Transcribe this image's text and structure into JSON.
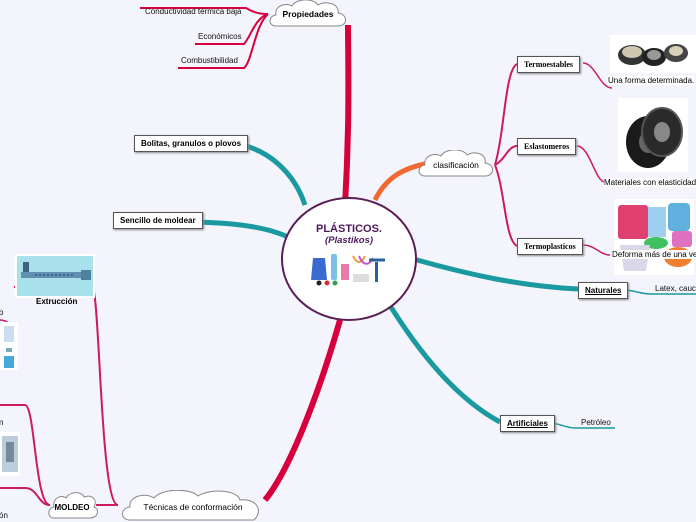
{
  "center": {
    "title": "PLÁSTICOS.",
    "subtitle": "(Plastikos)"
  },
  "propiedades": {
    "label": "Propiedades",
    "items": [
      "Conductividad térmica baja",
      "Económicos",
      "Combustibilidad"
    ]
  },
  "left_nodes": {
    "bolitas": "Bolitas, granulos o plovos",
    "sencillo": "Sencillo de moldear"
  },
  "clasificacion": {
    "label": "clasificación",
    "types": [
      {
        "label": "Termoestables",
        "caption": "Una forma determinada."
      },
      {
        "label": "Eslastomeros",
        "caption": "Materiales con elasticidad."
      },
      {
        "label": "Termoplasticos",
        "caption": "Deforma más de una vez."
      }
    ]
  },
  "naturales": {
    "label": "Naturales",
    "child": "Latex, cauch"
  },
  "artificiales": {
    "label": "Artificiales",
    "child": "Petróleo"
  },
  "tecnicas": {
    "label": "Técnicas de conformación",
    "moldeo": "MOLDEO",
    "extrusion": "Extrucción",
    "partial_labels": [
      "o",
      "n",
      "ón"
    ]
  },
  "colors": {
    "red": "#d8003c",
    "teal": "#1a9aa0",
    "magenta": "#cc1a63",
    "orange": "#f06a30",
    "purple": "#5a1e55"
  }
}
